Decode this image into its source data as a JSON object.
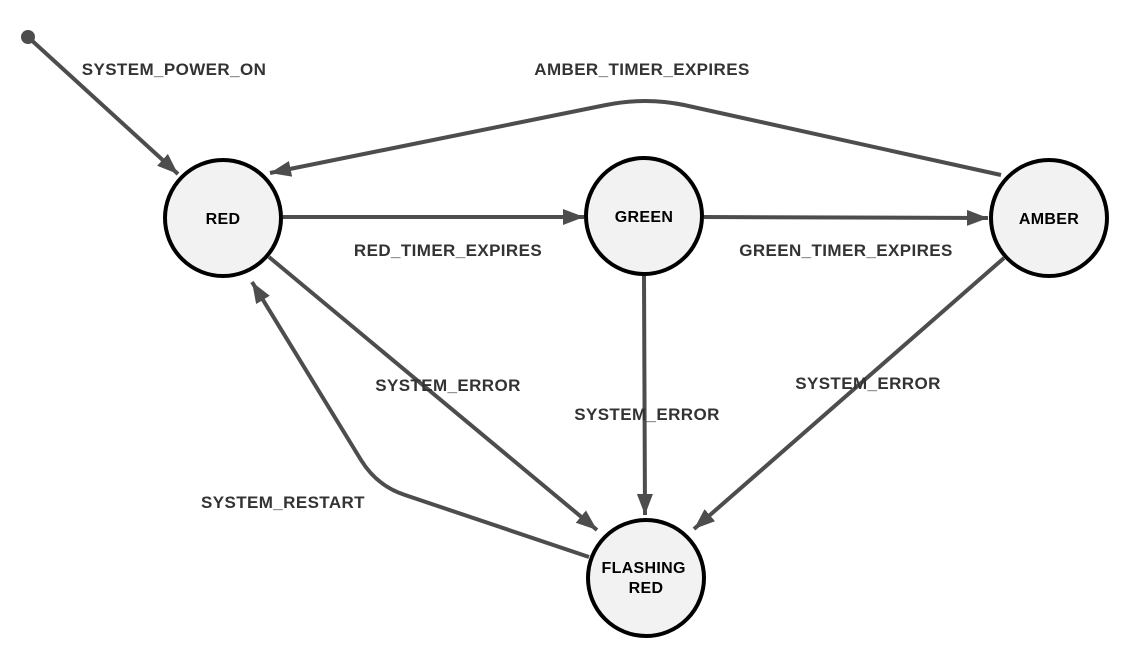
{
  "diagram": {
    "type": "state-machine",
    "description": "Traffic light finite state machine",
    "colors": {
      "edge": "#4d4d4d",
      "node_fill": "#f2f2f2",
      "node_border": "#000000",
      "edge_label": "#333333",
      "node_label": "#000000",
      "background": "#ffffff"
    },
    "initial": {
      "marker": "start-dot",
      "target": "RED"
    },
    "states": [
      {
        "label": "RED"
      },
      {
        "label": "GREEN"
      },
      {
        "label": "AMBER"
      },
      {
        "label": "FLASHING RED",
        "lines": [
          "FLASHING",
          "RED"
        ]
      }
    ],
    "transitions": [
      {
        "from": "(initial)",
        "to": "RED",
        "label": "SYSTEM_POWER_ON"
      },
      {
        "from": "RED",
        "to": "GREEN",
        "label": "RED_TIMER_EXPIRES"
      },
      {
        "from": "GREEN",
        "to": "AMBER",
        "label": "GREEN_TIMER_EXPIRES"
      },
      {
        "from": "AMBER",
        "to": "RED",
        "label": "AMBER_TIMER_EXPIRES"
      },
      {
        "from": "RED",
        "to": "FLASHING RED",
        "label": "SYSTEM_ERROR"
      },
      {
        "from": "GREEN",
        "to": "FLASHING RED",
        "label": "SYSTEM_ERROR"
      },
      {
        "from": "AMBER",
        "to": "FLASHING RED",
        "label": "SYSTEM_ERROR"
      },
      {
        "from": "FLASHING RED",
        "to": "RED",
        "label": "SYSTEM_RESTART"
      }
    ]
  }
}
